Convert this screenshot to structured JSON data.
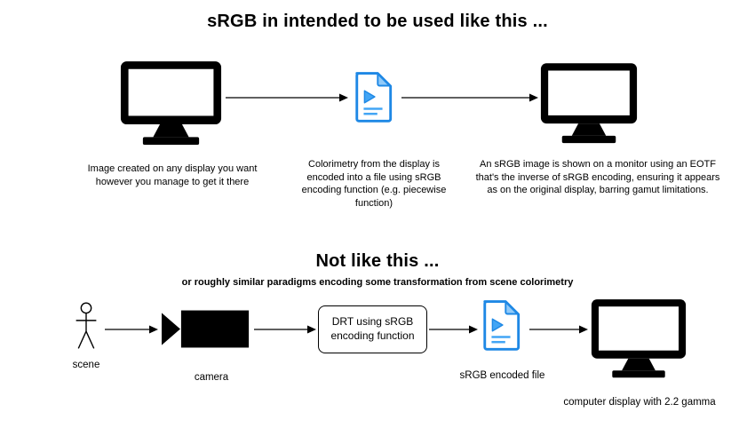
{
  "top": {
    "title": "sRGB in intended to be used like this ...",
    "caption_source_display": "Image created on any display  you want however you manage to get it there",
    "caption_encoded_file": "Colorimetry from the display is encoded into a file using sRGB encoding function (e.g. piecewise function)",
    "caption_output_monitor": "An sRGB image is shown on a monitor using an EOTF that's the inverse of sRGB encoding, ensuring it appears as on the original display, barring gamut limitations."
  },
  "bottom": {
    "title": "Not like this ...",
    "subtitle": "or roughly similar paradigms encoding some transformation from scene colorimetry",
    "scene_label": "scene",
    "camera_label": "camera",
    "drt_box_label": "DRT using sRGB encoding function",
    "file_label": "sRGB encoded file",
    "display_label": "computer display with 2.2 gamma"
  },
  "colors": {
    "ink": "#000000",
    "file_icon_stroke": "#1e88e5",
    "file_icon_fold": "#90caf9",
    "file_icon_accent": "#42a5f5"
  },
  "icons": {
    "monitor": "monitor-icon",
    "file": "srgb-file-icon",
    "camera": "camera-icon",
    "person": "stick-figure-icon",
    "arrow": "flow-arrow"
  }
}
